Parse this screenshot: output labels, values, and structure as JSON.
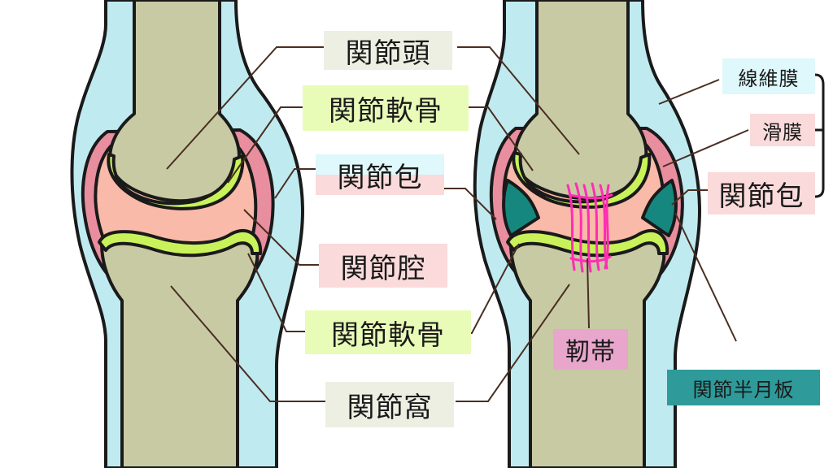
{
  "labels": {
    "head": "関節頭",
    "cartilage_upper": "関節軟骨",
    "capsule_left": "関節包",
    "cavity": "関節腔",
    "cartilage_lower": "関節軟骨",
    "socket": "関節窩",
    "fibrous_membrane": "線維膜",
    "synovial_membrane": "滑膜",
    "capsule_right": "関節包",
    "ligament": "靭帯",
    "meniscus": "関節半月板"
  },
  "colors": {
    "bone": "#c8caa4",
    "capsule_outer": "#bfeaf0",
    "cavity": "#f9baa9",
    "synovial": "#e98e9f",
    "cartilage": "#c9f25a",
    "meniscus": "#16877e",
    "ligament": "#ff2db4",
    "outline": "#1a1a1a",
    "leader": "#4a2e22"
  }
}
